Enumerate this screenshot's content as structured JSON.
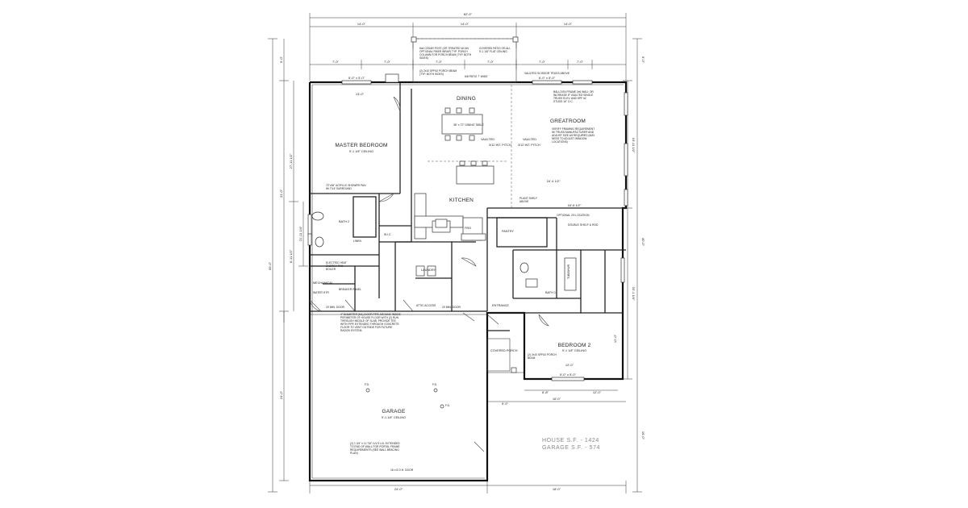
{
  "rooms": {
    "master": {
      "name": "MASTER BEDROOM",
      "ceiling": "9'-1 1/8\" CEILING"
    },
    "dining": {
      "name": "DINING"
    },
    "great": {
      "name": "GREATROOM"
    },
    "kitchen": {
      "name": "KITCHEN"
    },
    "bath2": {
      "name": "BATH 2"
    },
    "bath1": {
      "name": "BATH 1"
    },
    "pantry": {
      "name": "PANTRY"
    },
    "laundry": {
      "name": "LAUNDRY"
    },
    "mechanical": {
      "name": "MECHANICAL"
    },
    "entrance": {
      "name": "ENTRANCE"
    },
    "bedroom2": {
      "name": "BEDROOM 2",
      "ceiling": "9'-1 1/8\" CEILING"
    },
    "garage": {
      "name": "GARAGE",
      "ceiling": "9'-1 1/8\" CEILING"
    },
    "porch": {
      "name": "COVERED PORCH"
    }
  },
  "labels": {
    "vaulted1": "VAULTED",
    "pitch1": "3/12 INT. PITCH",
    "vaulted2": "VAULTED",
    "pitch2": "3/12 INT. PITCH",
    "table": "36\" x 72\" DINING TABLE",
    "fridge": "FRIG",
    "linen": "LINEN",
    "closet_wic": "W.I.C.",
    "breaker": "BREAKER PANEL",
    "water": "WATER HTR",
    "attic": "ATTIC ACCESS",
    "door_garage": "20 MIN. DOOR",
    "door_garage2": "20 MIN. DOOR",
    "overhead_door": "16 x 8 O.H. DOOR",
    "fd1": "F.D.",
    "fd2": "F.D.",
    "fd3": "F.D.",
    "tub": "TUB/SHWR"
  },
  "notes": {
    "porch_post": "6x6 CEDAR POST (OR TREATED W/ AN OPTIONAL FIBER WRAP) TYP. PORCH COLUMN FOR PORCH BEAM (TYP. BOTH SIDES)",
    "covered_patio": "COVERED PATIO OR ALL 9'-1 1/8\" FLAT CEILING",
    "porch_beam": "(2) 2x10 SPF#2 PORCH BEAM (TYP. BOTH SIDES)",
    "patio_door": "6/8 PATIO 7' WIDE",
    "vaulted_truss": "VAULTED SCISSOR TRUSS ABOVE",
    "balloon": "BALLOON FRAME 2x6 WALL OR INCREASE IF VAULTED SINGLE TRUSS ELEV. AND SPF #2 STUDS 16\" O.C.",
    "framing": "VERIFY FRAMING REQUIREMENT W/ TRUSS MANUFACTURER AND ADJUST SIZE AS REQUIRED (MAY NEED TO ADJUST WINDOW LOCATIONS)",
    "shower": "72\"x36\" ACRYLIC SHOWER PAN W/ TILE SURROUND",
    "double_shelf": "DOUBLE SHELF & ROD",
    "optional_closet": "OPTIONAL 2'6 LOCATION",
    "plant_shelf": "PLANT SHELF ABOVE",
    "radon": "4\" DIAMETER (ML) DOOR PIPE AROUND INSIDE PERIMETER OF HOUSE FLOOR WITH (2) RUN THROUGH MIDDLE OF SLAB. PROVIDE TEE WITH PIPE EXTENDED THROUGH CONCRETE FLOOR TO VENT OUTSIDE FOR FUTURE RADON SYSTEM.",
    "garage_header": "(2) 1 3/4\" x 11 7/8\" LVL'S LVL EXTENDED TO END OF WALL FOR PORTAL FRAME REQUIREMENTS (SEE WALL BRACING PLAN)",
    "bedroom_beam": "(2) 2x10 SPF#2 PORCH BEAM",
    "electric": "ELECTRIC HEAT ENERGY PAC BOILER"
  },
  "dimensions": {
    "overall_width": "62'-0\"",
    "overall_depth": "60'-0\"",
    "top_left": "14'-0\"",
    "top_mid": "14'-0\"",
    "top_right": "14'-0\"",
    "top2_a": "7'-0\"",
    "top2_b": "7'-0\"",
    "top2_c": "7'-0\"",
    "top2_d": "7'-0\"",
    "top2_e": "7'-0\"",
    "top2_f": "7'-0\"",
    "left_a": "6'-0\"",
    "left_b": "27'-11 1/2\"",
    "left_c": "31'-0\"",
    "left_d": "8'-11 1/2\"",
    "left_e": "24'-0\"",
    "left_f": "21'-11 1/4\"",
    "right_a": "6'-0\"",
    "right_b": "16'-11 1/2\"",
    "right_c": "40'-0\"",
    "right_d": "20'-1 1/4\"",
    "right_e": "16'-0\"",
    "bottom_left": "24'-0\"",
    "bottom_right": "18'-0\"",
    "garage_b": "16'-0\"",
    "bed2_a": "5'-0\"",
    "bed2_b": "6'-8\"",
    "bed2_c": "12'-0\"",
    "mbr_w": "13'-0\"",
    "great_w": "16'-4 1/2\"",
    "great_w2": "16'-6 1/2\"",
    "bed2_w": "12'-0\"",
    "bed2_h": "12'-0\"",
    "win1": "5'-0\" x 5'-0\"",
    "win2": "6'-0\" x 5'-0\"",
    "win3": "5'-0\" x 5'-0\""
  },
  "summary": {
    "house_sf": "HOUSE S.F. - 1424",
    "garage_sf": "GARAGE S.F. - 574"
  }
}
